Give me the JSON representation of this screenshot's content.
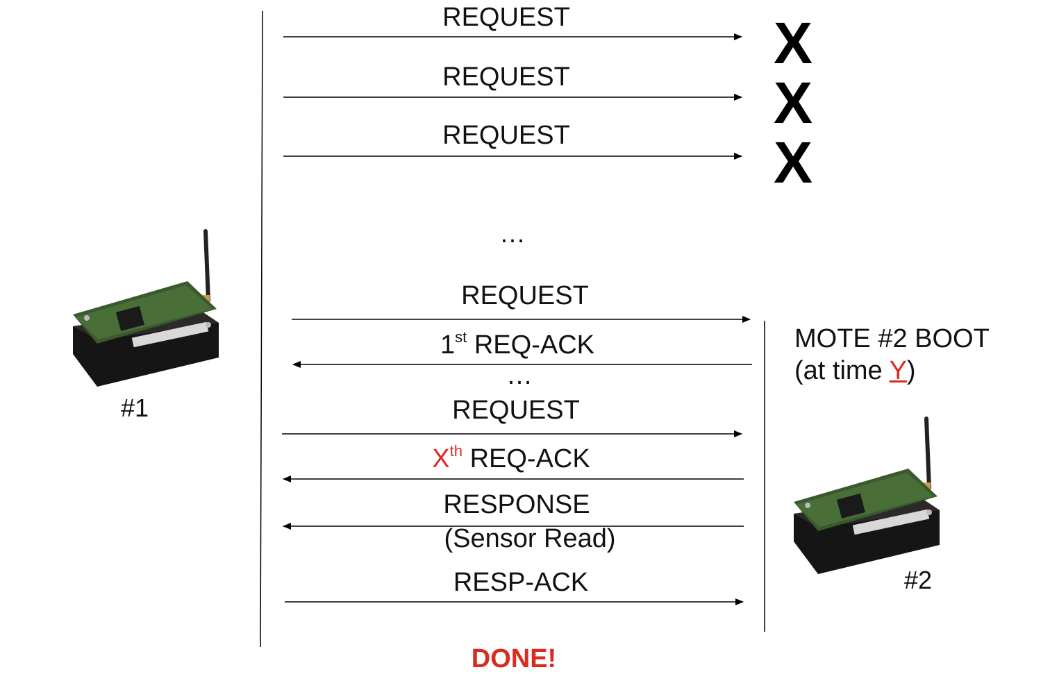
{
  "messages": {
    "request": "REQUEST",
    "ellipsis": "…",
    "req_ack": "REQ-ACK",
    "first_sup_num": "1",
    "first_sup": "st",
    "xth_num": "X",
    "xth_sup": "th",
    "response": "RESPONSE",
    "response_sub": "(Sensor Read)",
    "resp_ack": "RESP-ACK",
    "done": "DONE!"
  },
  "failed_marks": [
    "X",
    "X",
    "X"
  ],
  "motes": {
    "mote1_label": "#1",
    "mote2_label": "#2"
  },
  "boot": {
    "line1": "MOTE #2 BOOT",
    "line2_prefix": "(at time ",
    "line2_var": "Y",
    "line2_suffix": ")"
  },
  "colors": {
    "accent": "#d92b20",
    "line": "#000000"
  }
}
